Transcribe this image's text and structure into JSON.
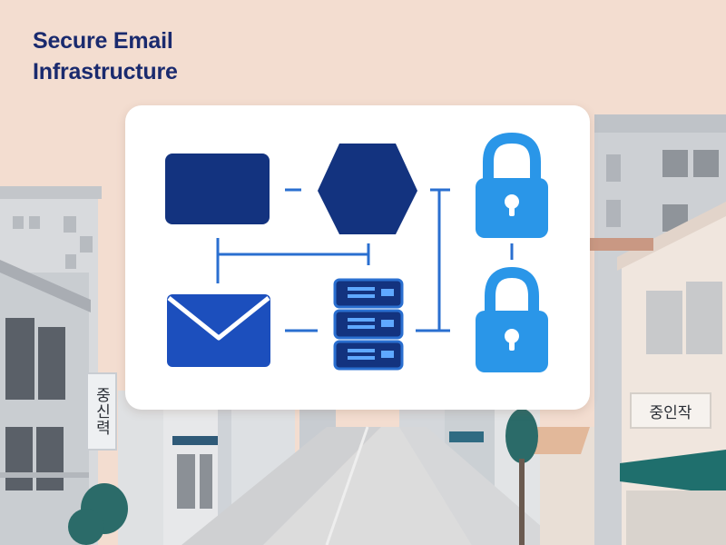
{
  "title": {
    "line1": "Secure Email",
    "line2": "Infrastructure"
  },
  "signs": {
    "left": "중신력",
    "right": "중인작"
  },
  "icons": [
    "rectangle-block-icon",
    "hexagon-icon",
    "lock-icon",
    "envelope-icon",
    "server-icon",
    "lock-icon"
  ],
  "colors": {
    "navy": "#13337f",
    "blue": "#1c4fbd",
    "light_blue": "#2a96e8",
    "connector": "#2a6fd0",
    "background": "#f3ddd0"
  }
}
